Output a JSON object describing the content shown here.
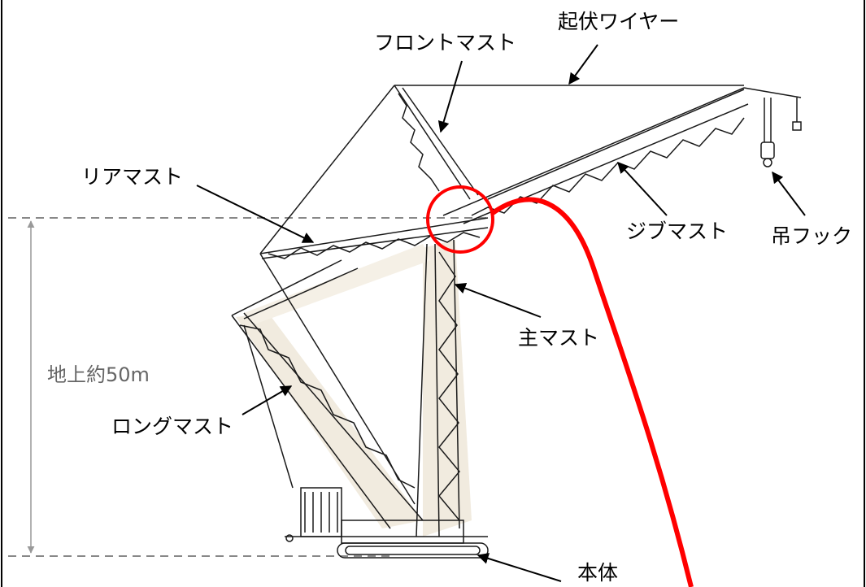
{
  "labels": {
    "kifuku_wire": "起伏ワイヤー",
    "front_mast": "フロントマスト",
    "rear_mast": "リアマスト",
    "jib_mast": "ジブマスト",
    "tsuri_hook": "吊フック",
    "main_mast": "主マスト",
    "height": "地上約50m",
    "long_mast": "ロングマスト",
    "body": "本体"
  },
  "colors": {
    "highlight": "#ff0000",
    "line": "#1a1a1a",
    "dashed": "#888888",
    "dimension": "#999999"
  }
}
